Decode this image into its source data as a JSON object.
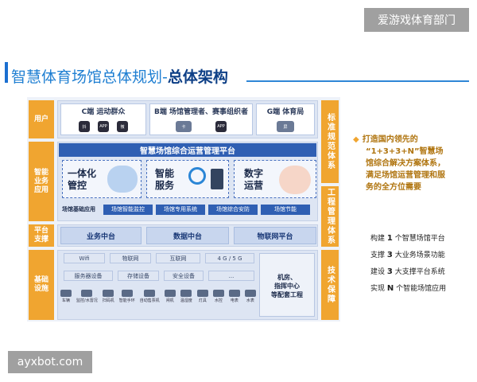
{
  "watermark_top": "爱游戏体育部门",
  "watermark_bottom": "ayxbot.com",
  "title": {
    "main": "智慧体育场馆总体规划",
    "dash": "-",
    "sub": "总体架构"
  },
  "layers": {
    "user": "用户",
    "smart_app": "智能业务应用",
    "platform": "平台支撑",
    "infra": "基础设施"
  },
  "right_side": {
    "standards": "标准规范体系",
    "ops": "工程管理体系",
    "guarantee": "技术保障"
  },
  "user_cards": [
    {
      "title": "C端 运动群众",
      "icons": [
        "抖",
        "APP",
        "微"
      ]
    },
    {
      "title": "B端 场馆管理者、赛事组织者",
      "icons": [
        "卡",
        "APP"
      ]
    },
    {
      "title": "G端 体育局",
      "icons": [
        "屏"
      ]
    }
  ],
  "platform_title": "智慧场馆综合运营管理平台",
  "services": [
    {
      "label_line1": "一体化",
      "label_line2": "管控"
    },
    {
      "label_line1": "智能",
      "label_line2": "服务"
    },
    {
      "label_line1": "数字",
      "label_line2": "运营"
    }
  ],
  "base_app": {
    "label": "场馆基础应用",
    "chips": [
      "场馆智能监控",
      "场馆专用系统",
      "场馆综合安防",
      "场馆节能"
    ]
  },
  "middle_platforms": [
    "业务中台",
    "数据中台",
    "物联网平台"
  ],
  "infra": {
    "row1": [
      "Wifi",
      "物联网",
      "互联网",
      "4 G / 5 G"
    ],
    "row2": [
      "服务器设备",
      "存储设备",
      "安全设备",
      "..."
    ],
    "machine_room": {
      "line1": "机房、",
      "line2": "指挥中心",
      "line3": "等配套工程"
    },
    "iot_devices": [
      "车辆",
      "监控/水雷况",
      "扫码机",
      "智能手环",
      "自动售票机",
      "闸机",
      "温湿度",
      "灯具",
      "水控",
      "电表",
      "水表"
    ]
  },
  "right_panel": {
    "bullet": "◆",
    "headline_line1": "打造国内领先的",
    "headline_line2": "“1+3+3+N”智慧场",
    "headline_line3": "馆综合解决方案体系，",
    "headline_line4": "满足场馆运营管理和服",
    "headline_line5": "务的全方位需要",
    "items": [
      {
        "prefix": "构建",
        "num": "1",
        "suffix": "个智慧场馆平台"
      },
      {
        "prefix": "支撑",
        "num": "3",
        "suffix": "大业务场景功能"
      },
      {
        "prefix": "建设",
        "num": "3",
        "suffix": "大支撑平台系统"
      },
      {
        "prefix": "实现",
        "num": "N",
        "suffix": "个智能场馆应用"
      }
    ]
  },
  "colors": {
    "orange": "#f0a530",
    "navy": "#2f5fb3",
    "title_blue": "#1f7fd2"
  }
}
